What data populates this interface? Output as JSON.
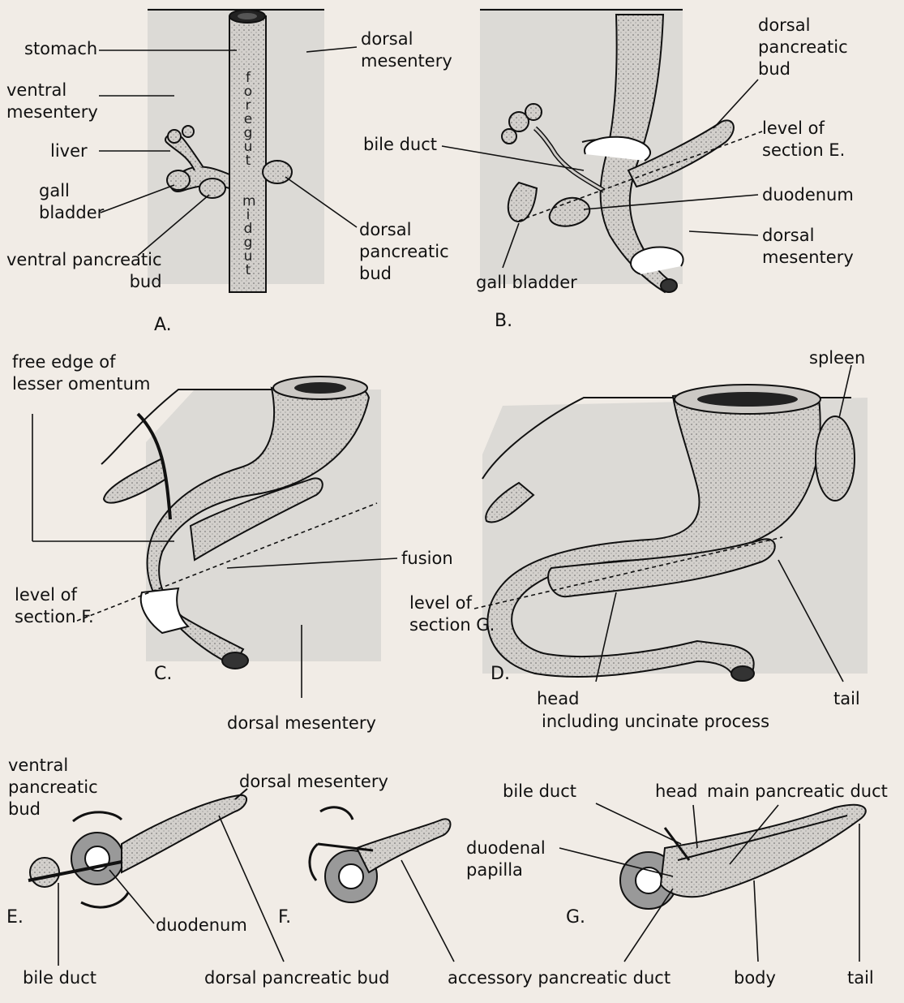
{
  "panels": {
    "A": {
      "letter": "A.",
      "stomach": "stomach",
      "dorsal_mesentery": "dorsal\nmesentery",
      "ventral_mesentery": "ventral\nmesentery",
      "liver": "liver",
      "gall_bladder": "gall\nbladder",
      "ventral_pancreatic_bud": "ventral pancreatic\nbud",
      "dorsal_pancreatic_bud": "dorsal\npancreatic\nbud",
      "foregut": "foregut",
      "midgut": "midgut"
    },
    "B": {
      "letter": "B.",
      "dorsal_pancreatic_bud": "dorsal\npancreatic\nbud",
      "level_of_section": "level of\nsection E.",
      "bile_duct": "bile duct",
      "duodenum": "duodenum",
      "dorsal_mesentery": "dorsal\nmesentery",
      "gall_bladder": "gall bladder"
    },
    "C": {
      "letter": "C.",
      "free_edge": "free edge of\nlesser omentum",
      "fusion": "fusion",
      "level_of_section": "level of\nsection F.",
      "dorsal_mesentery": "dorsal mesentery"
    },
    "D": {
      "letter": "D.",
      "spleen": "spleen",
      "level_of_section": "level of\nsection G.",
      "head": "head",
      "including": "including uncinate process",
      "tail": "tail"
    },
    "E": {
      "letter": "E.",
      "ventral_pancreatic_bud": "ventral\npancreatic\nbud",
      "dorsal_mesentery": "dorsal mesentery",
      "duodenum": "duodenum",
      "bile_duct": "bile duct",
      "dorsal_pancreatic_bud": "dorsal pancreatic bud"
    },
    "F": {
      "letter": "F."
    },
    "G": {
      "letter": "G.",
      "bile_duct": "bile duct",
      "head": "head",
      "main_pancreatic_duct": "main pancreatic duct",
      "duodenal_papilla": "duodenal\npapilla",
      "accessory_pancreatic_duct": "accessory pancreatic duct",
      "body": "body",
      "tail": "tail"
    }
  },
  "colors": {
    "background": "#f1ece6",
    "mesentery": "#dcdad6",
    "organ": "#c9c6c2",
    "line": "#111111"
  }
}
